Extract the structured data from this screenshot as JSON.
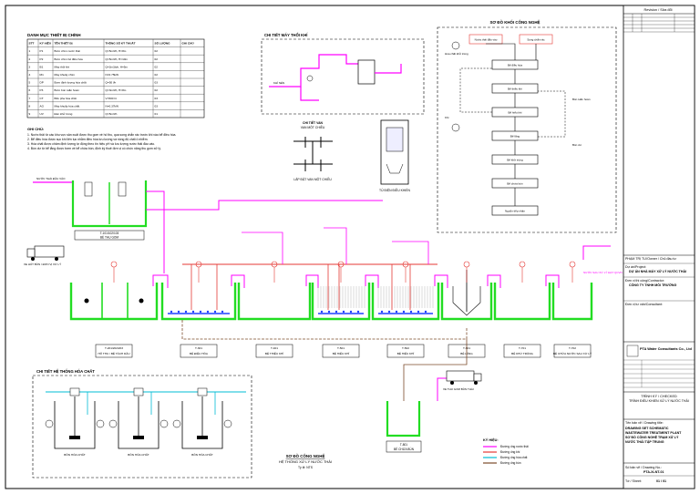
{
  "drawing": {
    "plan_title": "SƠ ĐỒ TRẠM XỬ LÝ NƯỚC THẢI",
    "plan_subtitle": "Tỷ lệ: NTS",
    "plan_date": "..............",
    "frame": {
      "revision_header": "Revision / Sửa đổi",
      "client_label": "PHẠM TRỊ TƯ/Owner / Chủ đầu tư",
      "project_label": "Dự án/Project:",
      "project_name": "DỰ ÁN NHÀ MÁY XỬ LÝ NƯỚC THẢI",
      "contractor_label": "Đơn vị thi công/Contractor:",
      "contractor_name": "CÔNG TY TNHH MÔI TRƯỜNG",
      "consultant_label": "Đơn vị tư vấn/Consultant:",
      "company_name": "PTA Water Consultants Co., Ltd",
      "stamp_title": "TRÌNH KÝ / CHECKED",
      "stamp_text": "TRÌNH ĐIỀU KHIỂN XỬ LÝ NƯỚC THẢI",
      "drawing_title_label": "Tên bản vẽ / Drawing title:",
      "drawing_title_lines": [
        "DRAWING SET SCHEMATIC",
        "WASTEWATER TREATMENT PLANT",
        "SƠ ĐỒ CÔNG NGHỆ TRẠM XỬ LÝ",
        "NƯỚC THẢI TẬP TRUNG"
      ],
      "drawing_no_label": "Số bản vẽ / Drawing No.:",
      "drawing_no": "PTA-XLNT-01",
      "sheet_label": "Tờ / Sheet:",
      "sheet_no": "01 / 01"
    },
    "equipment_table": {
      "title": "DANH MỤC THIẾT BỊ CHÍNH",
      "headers": [
        "STT",
        "KÝ HIỆU",
        "TÊN THIẾT BỊ",
        "THÔNG SỐ KỸ THUẬT",
        "SỐ LƯỢNG",
        "GHI CHÚ"
      ],
      "rows": [
        [
          "1",
          "P1",
          "Bơm chìm nước thải",
          "Q=5m3/h, H=8m",
          "02",
          ""
        ],
        [
          "2",
          "P2",
          "Bơm chìm bể điều hòa",
          "Q=5m3/h, H=10m",
          "02",
          ""
        ],
        [
          "3",
          "B1",
          "Máy thổi khí",
          "Q=2m3/ph, H=5m",
          "02",
          ""
        ],
        [
          "4",
          "M1",
          "Máy khuấy chìm",
          "N=0.75kW",
          "02",
          ""
        ],
        [
          "5",
          "DP",
          "Bơm định lượng hóa chất",
          "Q=50 l/h",
          "03",
          ""
        ],
        [
          "6",
          "P3",
          "Bơm bùn tuần hoàn",
          "Q=3m3/h, H=8m",
          "02",
          ""
        ],
        [
          "7",
          "CT",
          "Bồn pha hóa chất",
          "V=500 lít",
          "03",
          ""
        ],
        [
          "8",
          "AG",
          "Máy khuấy hóa chất",
          "N=0.37kW",
          "03",
          ""
        ],
        [
          "9",
          "UV",
          "Đèn khử trùng",
          "Q=5m3/h",
          "01",
          ""
        ]
      ]
    },
    "notes": {
      "title": "GHI CHÚ:",
      "lines": [
        "1. Nước thải từ các khu vực sản xuất được thu gom về hố thu, qua song chắn rác trước khi vào bể điều hòa.",
        "2. Bể điều hòa được sục khí liên tục nhằm điều hòa lưu lượng và nồng độ chất ô nhiễm.",
        "3. Hóa chất được châm định lượng tự động theo tín hiệu pH và lưu lượng nước thải đầu vào.",
        "4. Bùn dư từ bể lắng được bơm về bể chứa bùn, định kỳ thuê đơn vị có chức năng thu gom xử lý."
      ]
    },
    "detail_blower": {
      "title": "CHI TIẾT MÁY THỔI KHÍ",
      "caption_top": "KHÍ NÉN"
    },
    "detail_valve": {
      "title": "CHI TIẾT VAN",
      "subtitle": "VAN MỘT CHIỀU",
      "caption": "LẮP ĐẶT VAN MỘT CHIỀU"
    },
    "cabinet": {
      "caption": "TỦ ĐIỆN ĐIỀU KHIỂN"
    },
    "flow_diagram": {
      "title": "SƠ ĐỒ KHỐI CÔNG NGHỆ",
      "blocks": [
        {
          "label": "Nước thải đầu vào"
        },
        {
          "label": "Song chắn rác"
        },
        {
          "label": "Bể điều hòa"
        },
        {
          "label": "Bể thiếu khí"
        },
        {
          "label": "Bể hiếu khí"
        },
        {
          "label": "Bể lắng"
        },
        {
          "label": "Bể khử trùng"
        },
        {
          "label": "Bể chứa bùn"
        },
        {
          "label": "Nguồn tiếp nhận"
        }
      ],
      "side_labels": [
        "Hóa chất khử trùng",
        "Bùn tuần hoàn",
        "Khí",
        "Bùn dư"
      ]
    },
    "top_tank": {
      "code": "T-101/102/103",
      "name": "BỂ THU GOM",
      "input_label": "NƯỚC THẢI ĐẦU VÀO"
    },
    "truck_in": {
      "label": "XE HÚT BÙN / ĐƠN VỊ XỬ LÝ"
    },
    "truck_out": {
      "label": "XE THU GOM BÙN THẢI"
    },
    "tanks": [
      {
        "code": "T-201/202/203",
        "name": "HỐ THU / BỂ TÁCH DẦU"
      },
      {
        "code": "T-301",
        "name": "BỂ ĐIỀU HÒA"
      },
      {
        "code": "T-401",
        "name": "BỂ THIẾU KHÍ"
      },
      {
        "code": "T-501",
        "name": "BỂ HIẾU KHÍ"
      },
      {
        "code": "T-502",
        "name": "BỂ HIẾU KHÍ"
      },
      {
        "code": "T-601",
        "name": "BỂ LẮNG"
      },
      {
        "code": "T-701",
        "name": "BỂ KHỬ TRÙNG"
      },
      {
        "code": "T-702",
        "name": "BỂ CHỨA NƯỚC SAU XỬ LÝ"
      }
    ],
    "sludge_tank": {
      "code": "T-801",
      "name": "BỂ CHỨA BÙN"
    },
    "outlet_label": "NƯỚC SAU XỬ LÝ ĐẠT QCVN",
    "chemical_section": {
      "title": "CHI TIẾT HỆ THỐNG HÓA CHẤT",
      "tanks": [
        {
          "name": "BỒN HÓA CHẤT"
        },
        {
          "name": "BỒN HÓA CHẤT"
        },
        {
          "name": "BỒN HÓA CHẤT"
        }
      ]
    },
    "bottom_title": {
      "line1": "SƠ ĐỒ CÔNG NGHỆ",
      "line2": "HỆ THỐNG XỬ LÝ NƯỚC THẢI",
      "line3": "Tỷ lệ: NTS"
    },
    "legend": {
      "title": "KÝ HIỆU:",
      "items": [
        "Đường ống nước thải",
        "Đường ống khí",
        "Đường ống hóa chất",
        "Đường ống bùn"
      ]
    },
    "colors": {
      "tank": "#22dd22",
      "water": "#ff00ff",
      "chemical": "#00bcd4",
      "sludge": "#7b4b2a",
      "air": "#e53935",
      "aeration": "#1e40ff",
      "line": "#000000"
    }
  }
}
